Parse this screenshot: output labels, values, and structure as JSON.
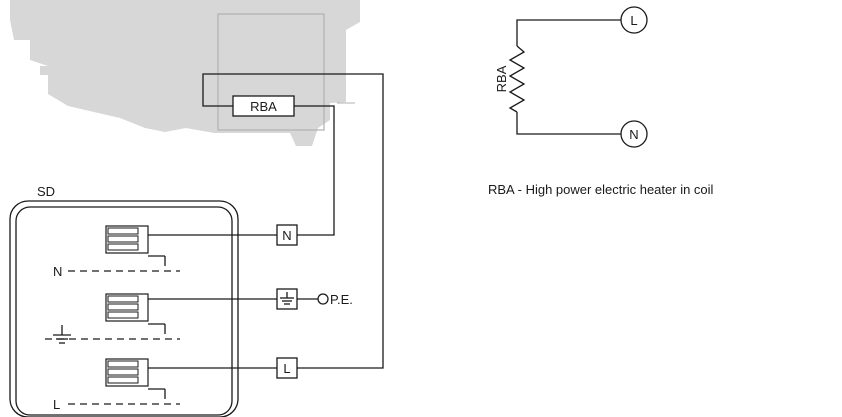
{
  "component_label": "RBA",
  "box_label": "SD",
  "neutral_box_label": "N",
  "line_box_label": "L",
  "pe_label": "P.E.",
  "terminal_n_label": "N",
  "terminal_l_label": "L",
  "schematic": {
    "resistor_label": "RBA",
    "node_top": "L",
    "node_bottom": "N"
  },
  "legend_text": "RBA - High power electric heater in coil",
  "colors": {
    "machine_fill": "#d7d7d7",
    "line": "#1a1a1a"
  },
  "icons": [
    "ground-icon",
    "terminal-block-icon",
    "resistor-icon"
  ]
}
